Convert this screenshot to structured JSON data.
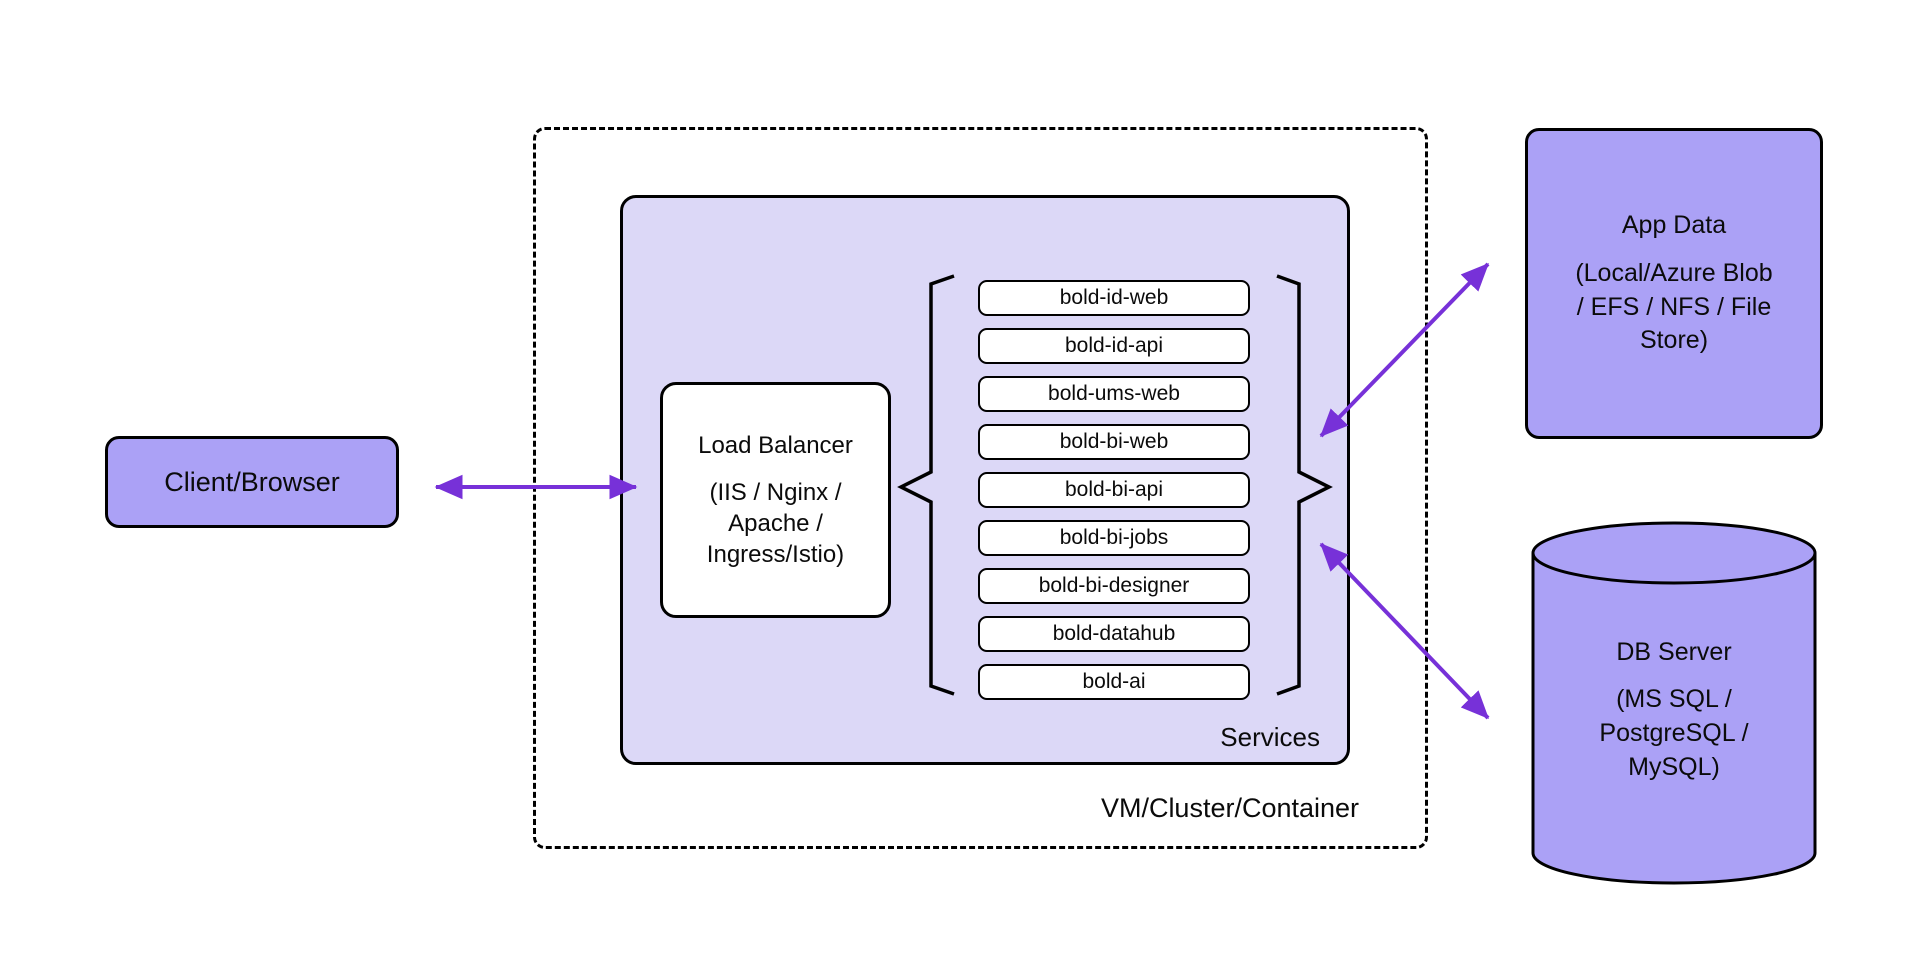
{
  "diagram": {
    "client": {
      "label": "Client/Browser"
    },
    "cluster": {
      "label": "VM/Cluster/Container"
    },
    "services_group": {
      "label": "Services"
    },
    "load_balancer": {
      "title": "Load Balancer",
      "subtitle": "(IIS / Nginx /\nApache /\nIngress/Istio)"
    },
    "services": [
      "bold-id-web",
      "bold-id-api",
      "bold-ums-web",
      "bold-bi-web",
      "bold-bi-api",
      "bold-bi-jobs",
      "bold-bi-designer",
      "bold-datahub",
      "bold-ai"
    ],
    "app_data": {
      "title": "App Data",
      "subtitle": "(Local/Azure Blob\n/ EFS / NFS / File\nStore)"
    },
    "db_server": {
      "title": "DB Server",
      "subtitle": "(MS SQL /\nPostgreSQL /\nMySQL)"
    },
    "colors": {
      "node_fill": "#aba1f6",
      "group_fill": "#dcd8f7",
      "stroke": "#000000",
      "arrow": "#7731d8",
      "background": "#ffffff"
    }
  }
}
